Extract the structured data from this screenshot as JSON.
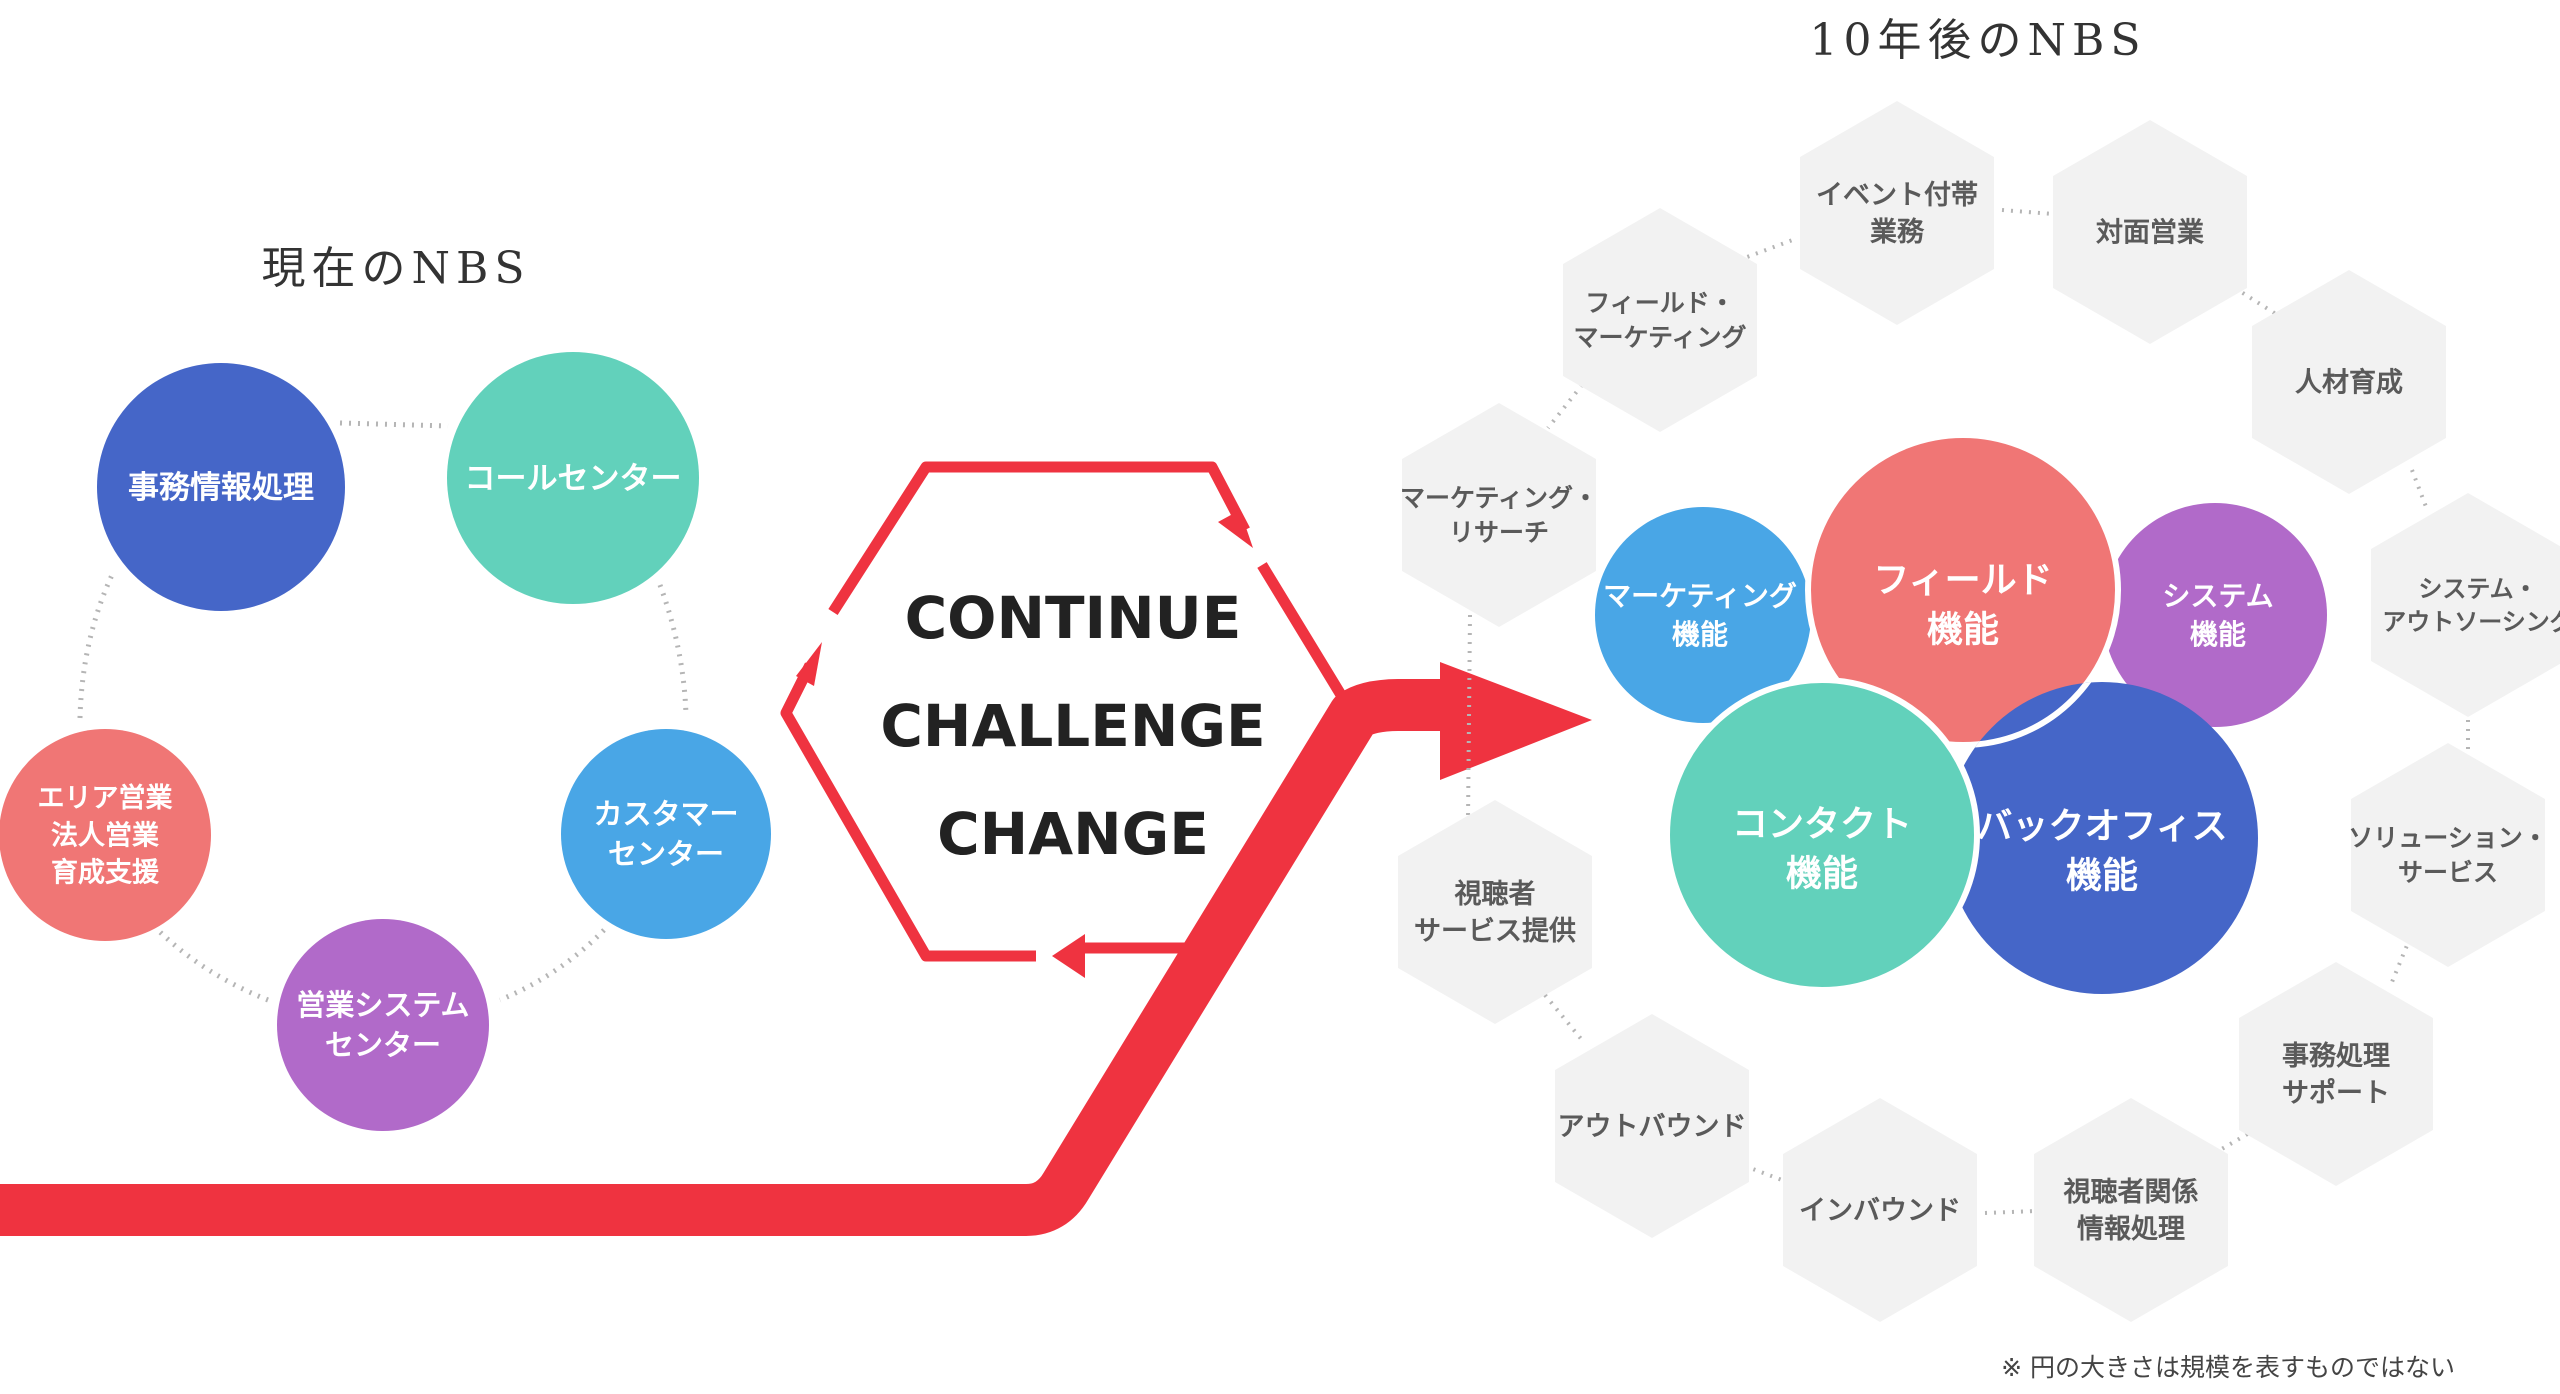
{
  "left_section": {
    "title": "現在のNBS",
    "circles": [
      {
        "lines": [
          "事務情報処理"
        ],
        "color": "#4566c8"
      },
      {
        "lines": [
          "コールセンター"
        ],
        "color": "#62d1bb"
      },
      {
        "lines": [
          "カスタマー",
          "センター"
        ],
        "color": "#49a6e6"
      },
      {
        "lines": [
          "営業システム",
          "センター"
        ],
        "color": "#b16ac9"
      },
      {
        "lines": [
          "エリア営業",
          "法人営業",
          "育成支援"
        ],
        "color": "#f07675"
      }
    ]
  },
  "center_cycle": {
    "words": [
      "CONTINUE",
      "CHALLENGE",
      "CHANGE"
    ],
    "accent_color": "#ef3340"
  },
  "right_section": {
    "title": "10年後のNBS",
    "functions": [
      {
        "lines": [
          "マーケティング",
          "機能"
        ],
        "color": "#49a6e6"
      },
      {
        "lines": [
          "システム",
          "機能"
        ],
        "color": "#b16ac9"
      },
      {
        "lines": [
          "フィールド",
          "機能"
        ],
        "color": "#f07675"
      },
      {
        "lines": [
          "コンタクト",
          "機能"
        ],
        "color": "#62d1bb"
      },
      {
        "lines": [
          "バックオフィス",
          "機能"
        ],
        "color": "#4566c8"
      }
    ],
    "hexagons": [
      {
        "lines": [
          "イベント付帯",
          "業務"
        ]
      },
      {
        "lines": [
          "対面営業"
        ]
      },
      {
        "lines": [
          "人材育成"
        ]
      },
      {
        "lines": [
          "システム・",
          "アウトソーシング"
        ]
      },
      {
        "lines": [
          "ソリューション・",
          "サービス"
        ]
      },
      {
        "lines": [
          "事務処理",
          "サポート"
        ]
      },
      {
        "lines": [
          "視聴者関係",
          "情報処理"
        ]
      },
      {
        "lines": [
          "インバウンド"
        ]
      },
      {
        "lines": [
          "アウトバウンド"
        ]
      },
      {
        "lines": [
          "視聴者",
          "サービス提供"
        ]
      },
      {
        "lines": [
          "マーケティング・",
          "リサーチ"
        ]
      },
      {
        "lines": [
          "フィールド・",
          "マーケティング"
        ]
      }
    ],
    "hexagon_color": "#f2f2f2"
  },
  "note": "※ 円の大きさは規模を表すものではない"
}
